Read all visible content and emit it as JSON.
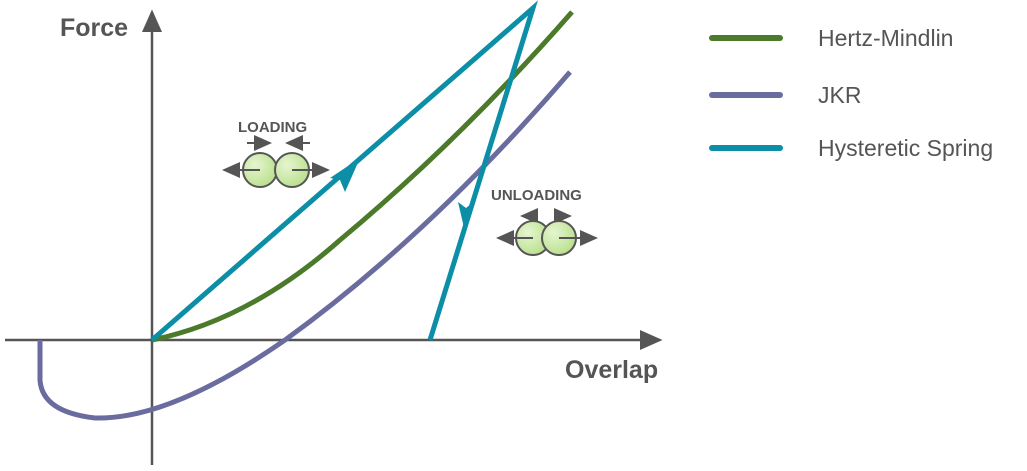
{
  "axes": {
    "y_label": "Force",
    "x_label": "Overlap"
  },
  "annotations": {
    "loading": "LOADING",
    "unloading": "UNLOADING"
  },
  "legend": [
    {
      "label": "Hertz-Mindlin",
      "color": "#4b7a2b"
    },
    {
      "label": "JKR",
      "color": "#6a6c9f"
    },
    {
      "label": "Hysteretic Spring",
      "color": "#0b8ea6"
    }
  ]
}
